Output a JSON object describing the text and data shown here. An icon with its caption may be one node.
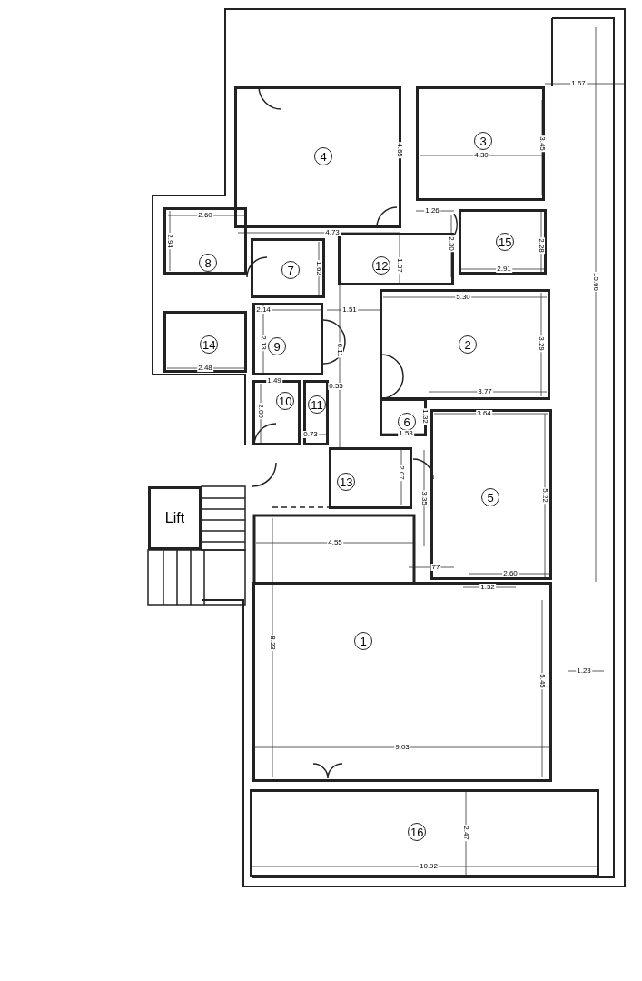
{
  "diagram": {
    "nodes": [
      {
        "text": [
          "4"
        ]
      },
      {
        "text": [
          "3"
        ]
      },
      {
        "text": [
          "8"
        ]
      },
      {
        "text": [
          "15"
        ]
      },
      {
        "text": [
          "7"
        ]
      },
      {
        "text": [
          "12"
        ]
      },
      {
        "text": [
          "2"
        ]
      },
      {
        "text": [
          "14"
        ]
      },
      {
        "text": [
          "9"
        ]
      },
      {
        "text": [
          "10"
        ]
      },
      {
        "text": [
          "11"
        ]
      },
      {
        "text": [
          "6"
        ]
      },
      {
        "text": [
          "13"
        ]
      },
      {
        "text": [
          "5"
        ]
      },
      {
        "text": [
          "Lift"
        ]
      },
      {
        "text": [
          "1"
        ]
      },
      {
        "text": [
          "16"
        ]
      }
    ],
    "edges": [],
    "labels": [
      "1.67",
      "4.65",
      "4.30",
      "3.45",
      "2.60",
      "2.94",
      "4.73",
      "1.26",
      "1.37",
      "2.30",
      "2.28",
      "2.91",
      "15.66",
      "1.62",
      "5.30",
      "2.14",
      "1.51",
      "3.29",
      "6.11",
      "2.13",
      "2.48",
      "1.49",
      "0.55",
      "2.00",
      "3.77",
      "1.32",
      "3.64",
      "0.73",
      "1.53",
      "2.07",
      "3.35",
      "5.22",
      "4.55",
      "77",
      "2.60",
      "1.52",
      "8.23",
      "5.45",
      "1.23",
      "9.03",
      "2.47",
      "10.92"
    ]
  }
}
